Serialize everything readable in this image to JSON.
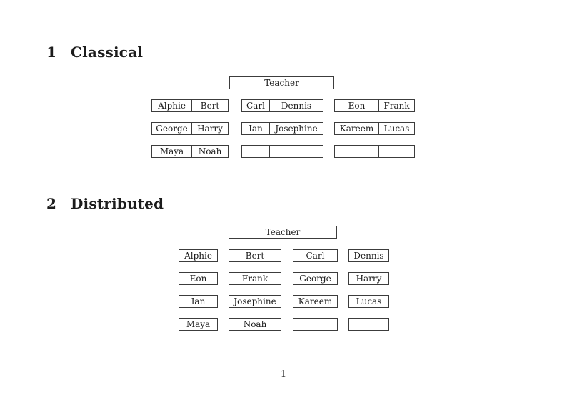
{
  "page": {
    "number": "1"
  },
  "sections": [
    {
      "number": "1",
      "title": "Classical"
    },
    {
      "number": "2",
      "title": "Distributed"
    }
  ],
  "classical": {
    "teacher_label": "Teacher",
    "rows": [
      {
        "groups": [
          {
            "cells": [
              "Alphie",
              "Bert"
            ]
          },
          {
            "cells": [
              "Carl",
              "Dennis"
            ]
          },
          {
            "cells": [
              "Eon",
              "Frank"
            ]
          }
        ]
      },
      {
        "groups": [
          {
            "cells": [
              "George",
              "Harry"
            ]
          },
          {
            "cells": [
              "Ian",
              "Josephine"
            ]
          },
          {
            "cells": [
              "Kareem",
              "Lucas"
            ]
          }
        ]
      },
      {
        "groups": [
          {
            "cells": [
              "Maya",
              "Noah"
            ]
          },
          {
            "cells": [
              "",
              ""
            ]
          },
          {
            "cells": [
              "",
              ""
            ]
          }
        ]
      }
    ]
  },
  "distributed": {
    "teacher_label": "Teacher",
    "rows": [
      {
        "cells": [
          "Alphie",
          "Bert",
          "Carl",
          "Dennis"
        ]
      },
      {
        "cells": [
          "Eon",
          "Frank",
          "George",
          "Harry"
        ]
      },
      {
        "cells": [
          "Ian",
          "Josephine",
          "Kareem",
          "Lucas"
        ]
      },
      {
        "cells": [
          "Maya",
          "Noah",
          "",
          ""
        ]
      }
    ]
  }
}
